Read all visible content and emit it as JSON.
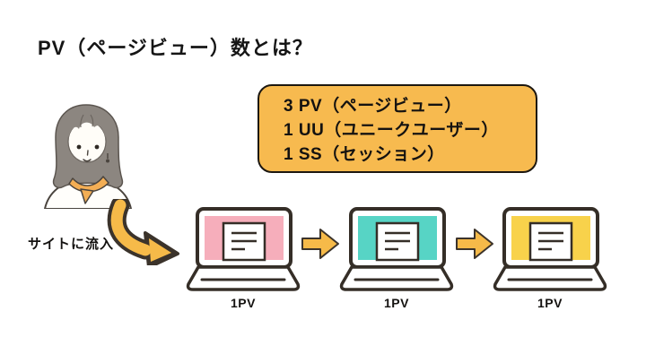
{
  "title": "PV（ページビュー）数とは？",
  "summary_box": {
    "bg_color": "#F7BA4F",
    "border_color": "#1c1710",
    "lines": [
      "3 PV（ページビュー）",
      "1 UU（ユニークユーザー）",
      "1 SS（セッション）"
    ]
  },
  "inflow_label": "サイトに流入",
  "visitor": {
    "type": "woman-visitor-illustration",
    "hair_color": "#8C8680",
    "skin_color": "#FFFDF8",
    "scarf_color": "#F3AE55",
    "outline_color": "#4A443E"
  },
  "arrow_color": "#F6BA49",
  "arrow_outline_color": "#3B332B",
  "laptop_outline_color": "#352E27",
  "pageviews": [
    {
      "label": "1PV",
      "screen_color": "#F6AEBB"
    },
    {
      "label": "1PV",
      "screen_color": "#57D4C5"
    },
    {
      "label": "1PV",
      "screen_color": "#F8D24B"
    }
  ]
}
